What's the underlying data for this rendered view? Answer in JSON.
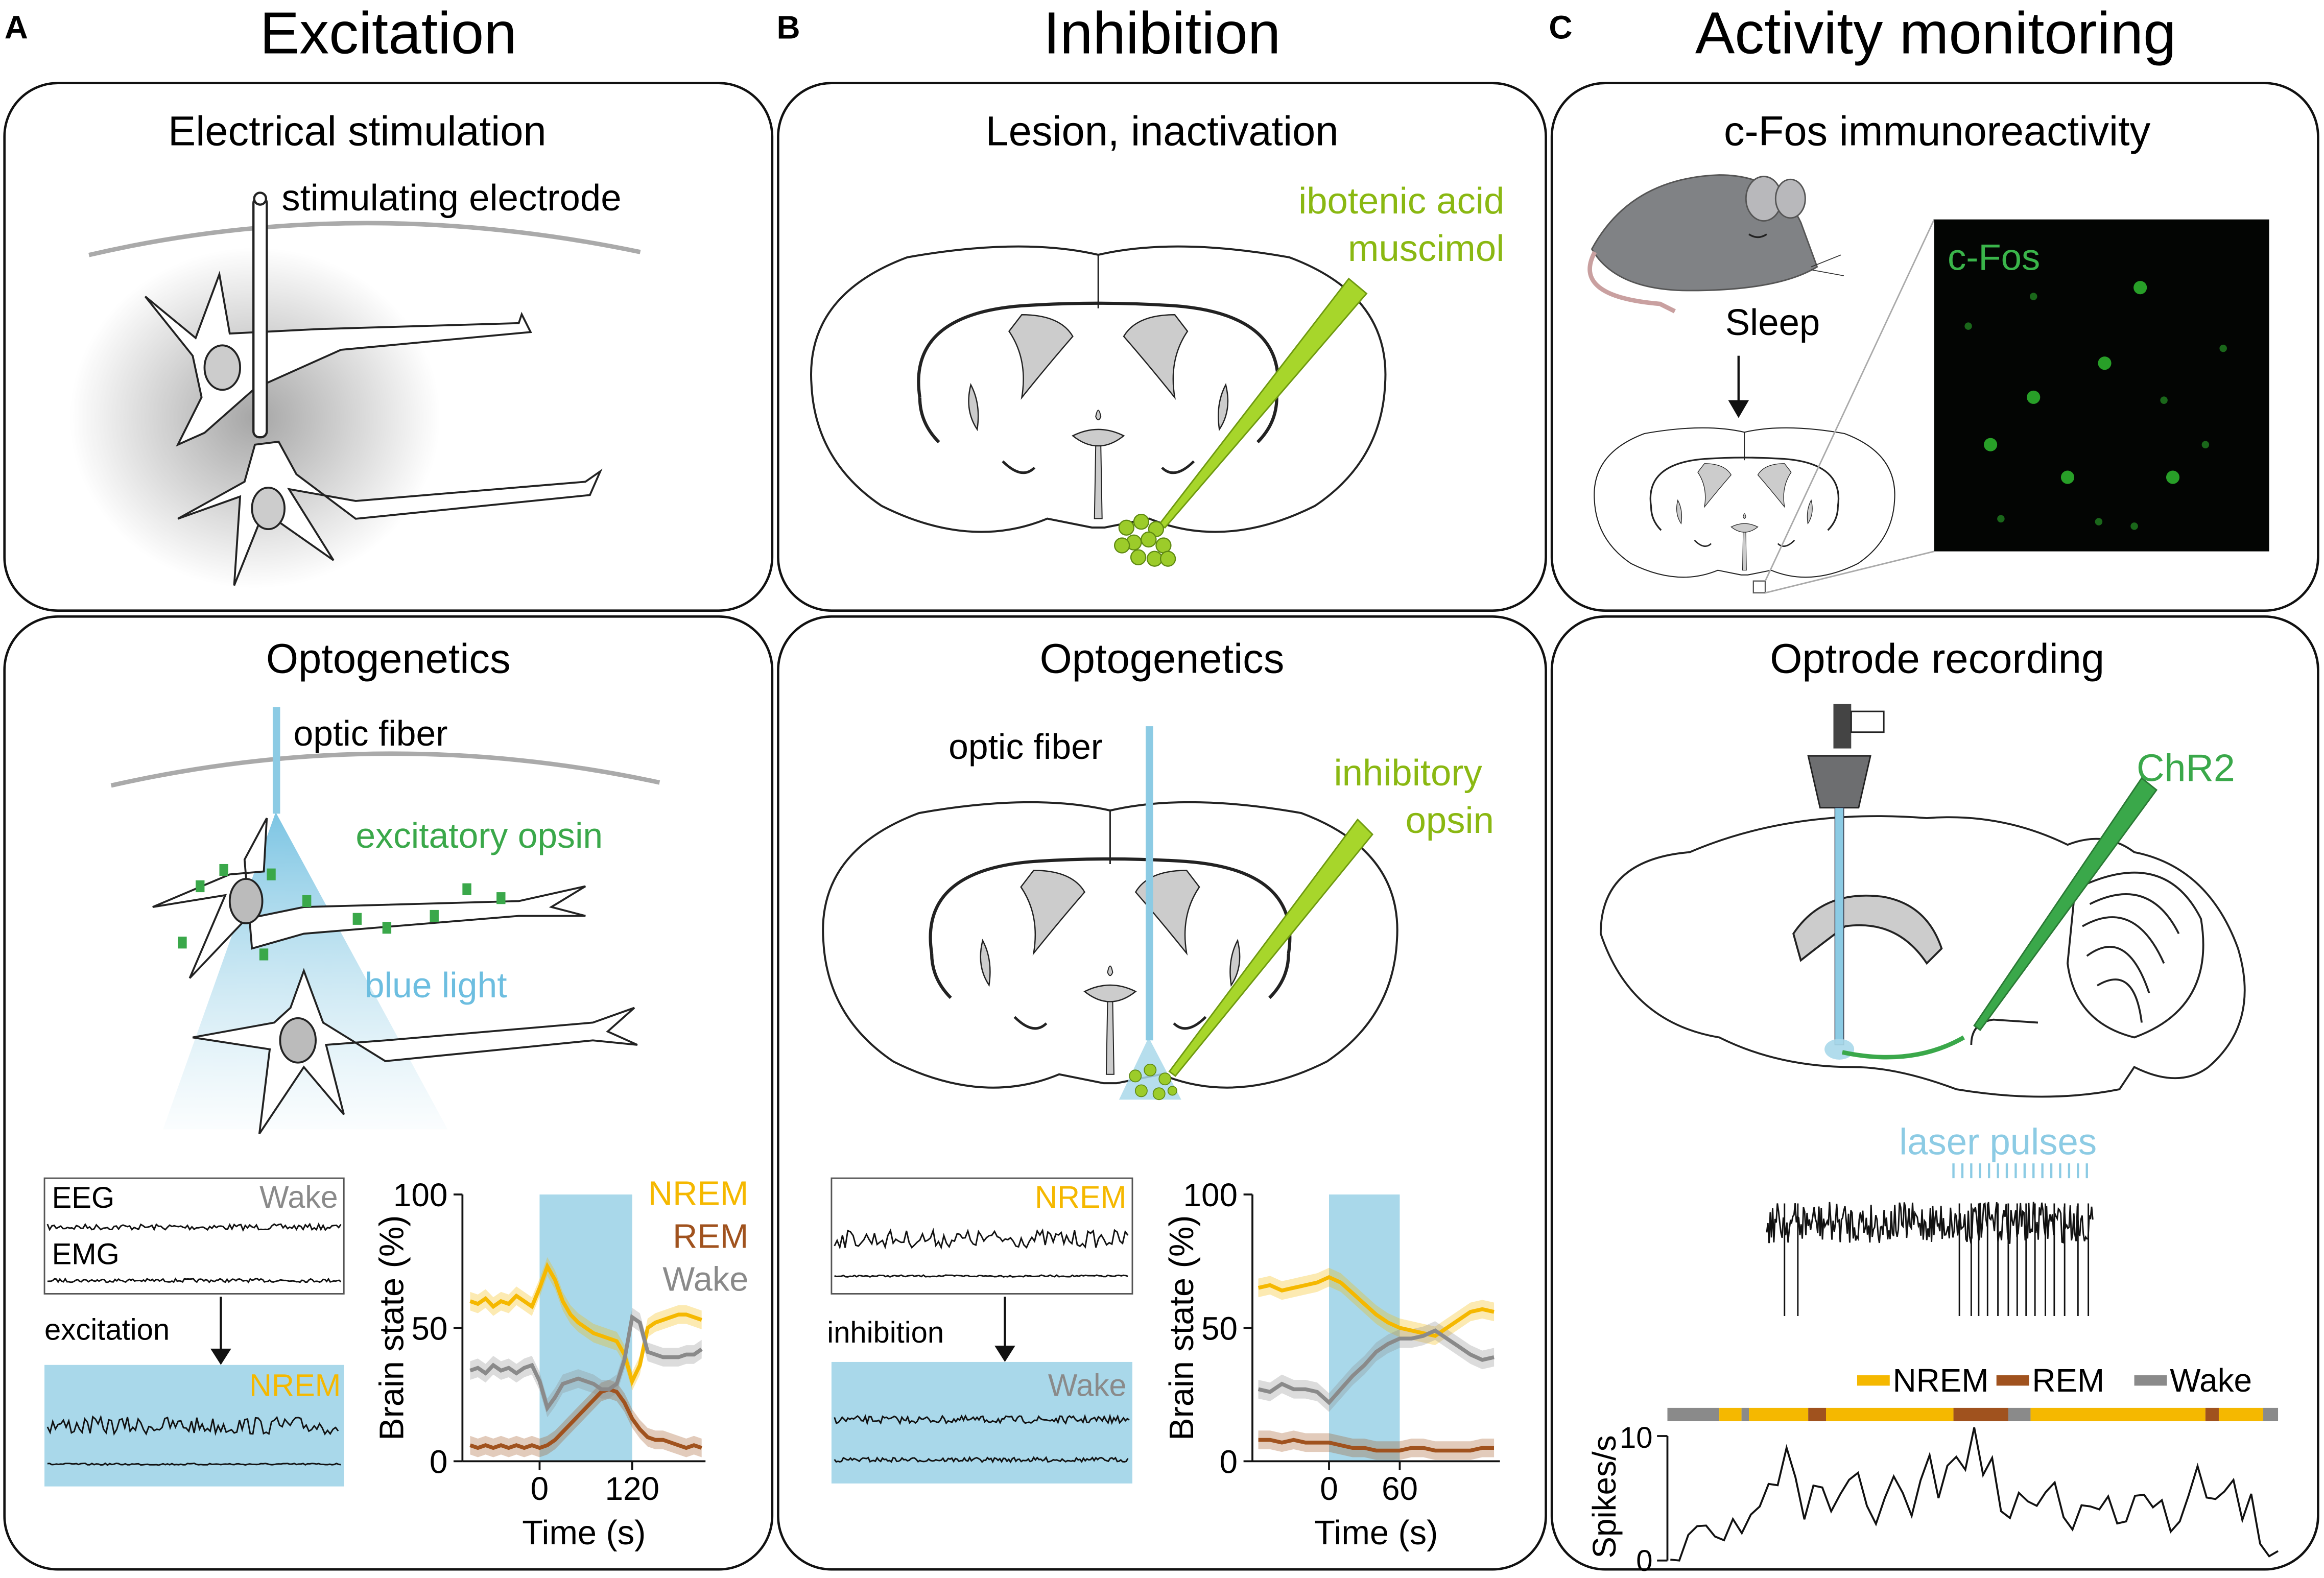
{
  "panels": {
    "a": {
      "letter": "A",
      "title": "Excitation",
      "top": {
        "title": "Electrical stimulation",
        "electrode_label": "stimulating electrode"
      },
      "bottom": {
        "title": "Optogenetics",
        "fiber_label": "optic fiber",
        "opsin_label": "excitatory opsin",
        "light_label": "blue light",
        "traces": {
          "eeg": "EEG",
          "emg": "EMG",
          "state_before": "Wake",
          "arrow_label": "excitation",
          "state_after": "NREM"
        }
      }
    },
    "b": {
      "letter": "B",
      "title": "Inhibition",
      "top": {
        "title": "Lesion, inactivation",
        "drug_line1": "ibotenic acid",
        "drug_line2": "muscimol"
      },
      "bottom": {
        "title": "Optogenetics",
        "fiber_label": "optic fiber",
        "opsin_line1": "inhibitory",
        "opsin_line2": "opsin",
        "traces": {
          "state_before": "NREM",
          "arrow_label": "inhibition",
          "state_after": "Wake"
        }
      }
    },
    "c": {
      "letter": "C",
      "title": "Activity monitoring",
      "top": {
        "title": "c-Fos immunoreactivity",
        "sleep_label": "Sleep",
        "stain_label": "c-Fos"
      },
      "bottom": {
        "title": "Optrode recording",
        "virus_label": "ChR2",
        "laser_label": "laser pulses",
        "legend": [
          "NREM",
          "REM",
          "Wake"
        ],
        "ylabel": "Spikes/s",
        "yticks": [
          "10",
          "0"
        ]
      }
    }
  },
  "colors": {
    "nrem": "#f5b800",
    "rem": "#a0521e",
    "wake": "#8a8a8a",
    "blue_light": "#a9d8ea",
    "opsin_green": "#3aa84a",
    "drug_green": "#8ab812"
  },
  "chart_data": [
    {
      "type": "line",
      "title": "",
      "xlabel": "Time (s)",
      "ylabel": "Brain state (%)",
      "x": [
        -90,
        -80,
        -70,
        -60,
        -50,
        -40,
        -30,
        -20,
        -10,
        0,
        10,
        20,
        30,
        40,
        50,
        60,
        70,
        80,
        90,
        100,
        110,
        120,
        130,
        140,
        150,
        160,
        170,
        180,
        190,
        200,
        210
      ],
      "xticks": [
        0,
        120
      ],
      "yticks": [
        0,
        50,
        100
      ],
      "xlim": [
        -100,
        215
      ],
      "ylim": [
        0,
        100
      ],
      "stim_window": [
        0,
        120
      ],
      "series": [
        {
          "name": "NREM",
          "values": [
            60,
            59,
            61,
            58,
            60,
            59,
            62,
            60,
            58,
            65,
            73,
            68,
            60,
            55,
            52,
            50,
            48,
            47,
            46,
            45,
            40,
            30,
            36,
            50,
            52,
            53,
            54,
            55,
            55,
            54,
            53
          ]
        },
        {
          "name": "REM",
          "values": [
            6,
            5,
            6,
            5,
            6,
            5,
            6,
            5,
            6,
            5,
            6,
            8,
            11,
            14,
            17,
            20,
            23,
            26,
            27,
            26,
            22,
            16,
            12,
            9,
            8,
            8,
            7,
            6,
            5,
            6,
            5
          ]
        },
        {
          "name": "Wake",
          "values": [
            34,
            35,
            33,
            36,
            34,
            35,
            33,
            35,
            36,
            30,
            20,
            24,
            29,
            30,
            31,
            30,
            29,
            27,
            27,
            29,
            38,
            54,
            52,
            41,
            40,
            39,
            39,
            39,
            40,
            40,
            42
          ]
        }
      ]
    },
    {
      "type": "line",
      "title": "",
      "xlabel": "Time (s)",
      "ylabel": "Brain state (%)",
      "x": [
        -60,
        -50,
        -40,
        -30,
        -20,
        -10,
        0,
        10,
        20,
        30,
        40,
        50,
        60,
        70,
        80,
        90,
        100,
        110,
        120,
        130,
        140
      ],
      "xticks": [
        0,
        60
      ],
      "yticks": [
        0,
        50,
        100
      ],
      "xlim": [
        -65,
        145
      ],
      "ylim": [
        0,
        100
      ],
      "stim_window": [
        0,
        60
      ],
      "series": [
        {
          "name": "NREM",
          "values": [
            65,
            66,
            64,
            65,
            66,
            67,
            69,
            67,
            63,
            59,
            55,
            52,
            50,
            49,
            48,
            47,
            50,
            53,
            56,
            57,
            56
          ]
        },
        {
          "name": "REM",
          "values": [
            8,
            8,
            7,
            8,
            7,
            7,
            7,
            6,
            5,
            5,
            4,
            4,
            4,
            5,
            5,
            4,
            4,
            4,
            4,
            5,
            5
          ]
        },
        {
          "name": "Wake",
          "values": [
            27,
            26,
            29,
            27,
            27,
            26,
            22,
            27,
            32,
            36,
            41,
            44,
            46,
            46,
            47,
            49,
            46,
            43,
            40,
            38,
            39
          ]
        }
      ]
    }
  ]
}
